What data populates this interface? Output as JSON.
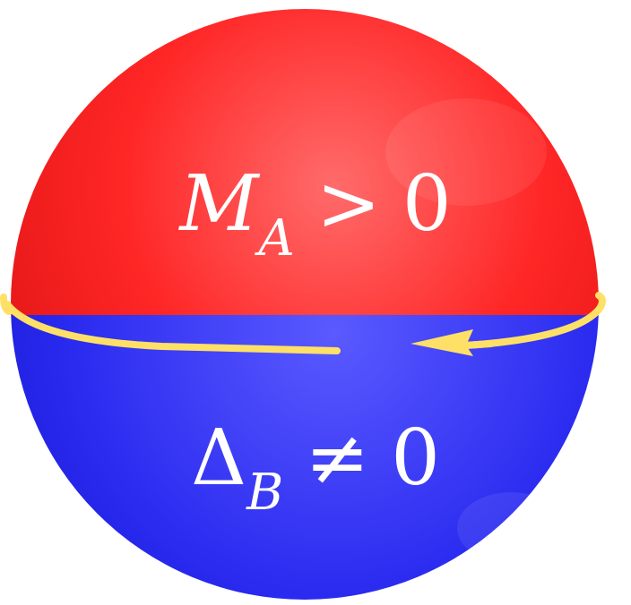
{
  "colors": {
    "top_hemisphere": "#ff2b2b",
    "bottom_hemisphere": "#2626f0",
    "equator_arrow": "#ffe066",
    "label_text": "#ffffff"
  },
  "top_label": {
    "symbol": "M",
    "subscript": "A",
    "operator": ">",
    "value": "0"
  },
  "bottom_label": {
    "symbol": "Δ",
    "subscript": "B",
    "operator": "≠",
    "value": "0"
  },
  "icons": {
    "equator": "equator-arrow-icon"
  }
}
